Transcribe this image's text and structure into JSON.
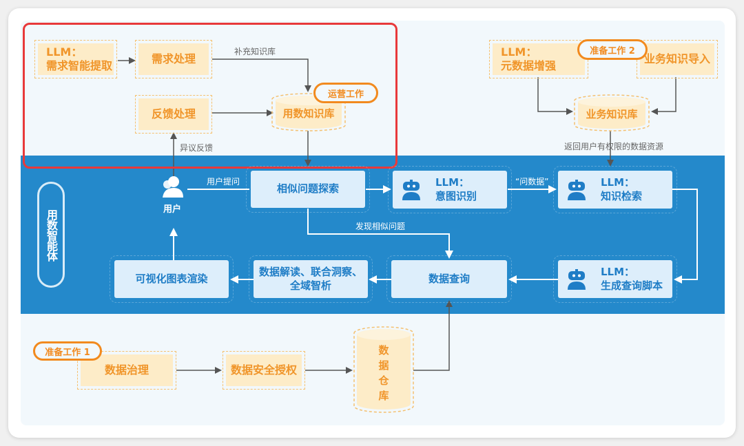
{
  "colors": {
    "accent_blue": "#2489cb",
    "orange": "#f0952a",
    "tag_orange": "#f28a1e",
    "frame_red": "#e8393a",
    "light_box": "#ddeefb",
    "box_fill": "#fdecc8"
  },
  "ops_section": {
    "tag": "运营工作",
    "llm_extract": {
      "line1": "LLM：",
      "line2": "需求智能提取"
    },
    "demand_processing": "需求处理",
    "feedback_processing": "反馈处理",
    "knowledge_base": "用数知识库",
    "label_supplement": "补充知识库",
    "label_objection": "异议反馈"
  },
  "prep2_section": {
    "tag": "准备工作 2",
    "llm_metadata": {
      "line1": "LLM：",
      "line2": "元数据增强"
    },
    "biz_import": "业务知识导入",
    "biz_kb": "业务知识库",
    "label_return": "返回用户有权限的数据资源"
  },
  "agent_section": {
    "title": "用数智能体",
    "user": "用户",
    "label_user_ask": "用户提问",
    "similar_search": "相似问题探索",
    "intent": {
      "line1": "LLM：",
      "line2": "意图识别"
    },
    "label_ask_data": "“问数据”",
    "retrieval": {
      "line1": "LLM：",
      "line2": "知识检索"
    },
    "label_found_similar": "发现相似问题",
    "gen_script": {
      "line1": "LLM：",
      "line2": "生成查询脚本"
    },
    "data_query": "数据查询",
    "interpret": {
      "line1": "数据解读、联合洞察、",
      "line2": "全域智析"
    },
    "visualize": "可视化图表渲染"
  },
  "prep1_section": {
    "tag": "准备工作 1",
    "governance": "数据治理",
    "security": "数据安全授权",
    "warehouse": [
      "数",
      "据",
      "仓",
      "库"
    ]
  }
}
